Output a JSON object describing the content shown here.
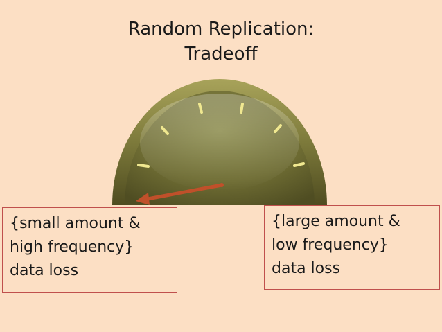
{
  "title": {
    "line1": "Random Replication:",
    "line2": "Tradeoff"
  },
  "gauge": {
    "needle_direction": "left",
    "tick_count": 6,
    "colors": {
      "dial": "#7a7a3c",
      "rim": "#5e5c2a",
      "ticks": "#f0e890",
      "needle": "#c0502a"
    }
  },
  "left_label": {
    "lines": [
      "{small amount &",
      "high frequency}",
      "data loss"
    ]
  },
  "right_label": {
    "lines": [
      "{large amount &",
      "low frequency}",
      "data loss"
    ]
  }
}
